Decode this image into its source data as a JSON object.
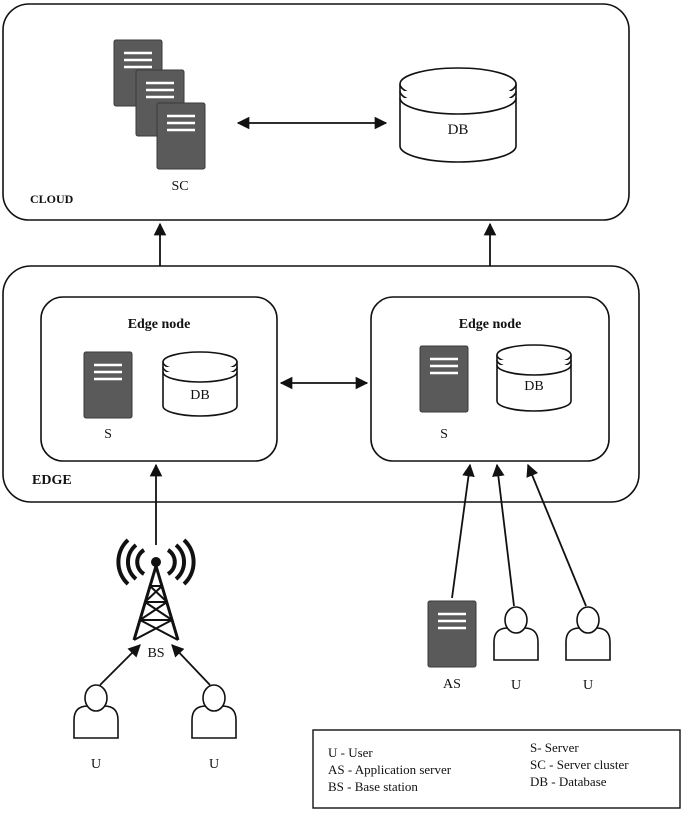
{
  "cloud": {
    "label": "CLOUD",
    "server_cluster_label": "SC",
    "db_label": "DB"
  },
  "edge": {
    "label": "EDGE",
    "nodes": [
      {
        "title": "Edge node",
        "server_label": "S",
        "db_label": "DB"
      },
      {
        "title": "Edge node",
        "server_label": "S",
        "db_label": "DB"
      }
    ]
  },
  "devices": {
    "base_station_label": "BS",
    "left_users": [
      "U",
      "U"
    ],
    "app_server_label": "AS",
    "right_users": [
      "U",
      "U"
    ]
  },
  "legend": {
    "left": [
      "U - User",
      "AS - Application server",
      "BS - Base station"
    ],
    "right": [
      "S- Server",
      "SC - Server cluster",
      "DB - Database"
    ]
  }
}
